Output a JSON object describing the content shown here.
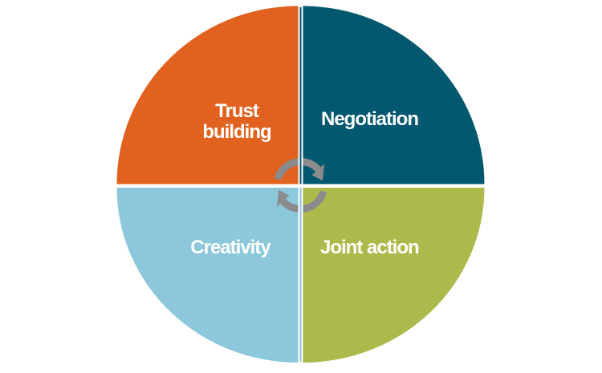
{
  "diagram": {
    "title": "",
    "type": "quadrant-cycle",
    "center_icon": "cycle-arrows-clockwise",
    "quadrants": [
      {
        "id": "trust-building",
        "position": "top-left",
        "label": "Trust building",
        "lines": [
          "Trust",
          "building"
        ],
        "color_key": "orange"
      },
      {
        "id": "negotiation",
        "position": "top-right",
        "label": "Negotiation",
        "lines": [
          "Negotiation"
        ],
        "color_key": "teal"
      },
      {
        "id": "creativity",
        "position": "bottom-left",
        "label": "Creativity",
        "lines": [
          "Creativity"
        ],
        "color_key": "light_blue"
      },
      {
        "id": "joint-action",
        "position": "bottom-right",
        "label": "Joint action",
        "lines": [
          "Joint action"
        ],
        "color_key": "olive"
      }
    ]
  },
  "colors": {
    "orange": "#E1611E",
    "teal": "#02586F",
    "light_blue": "#8CC7DB",
    "olive": "#ADB94B",
    "arrow_gray": "#8B8B8D",
    "label_text": "#FFFFFF",
    "background": "#FFFFFF"
  }
}
